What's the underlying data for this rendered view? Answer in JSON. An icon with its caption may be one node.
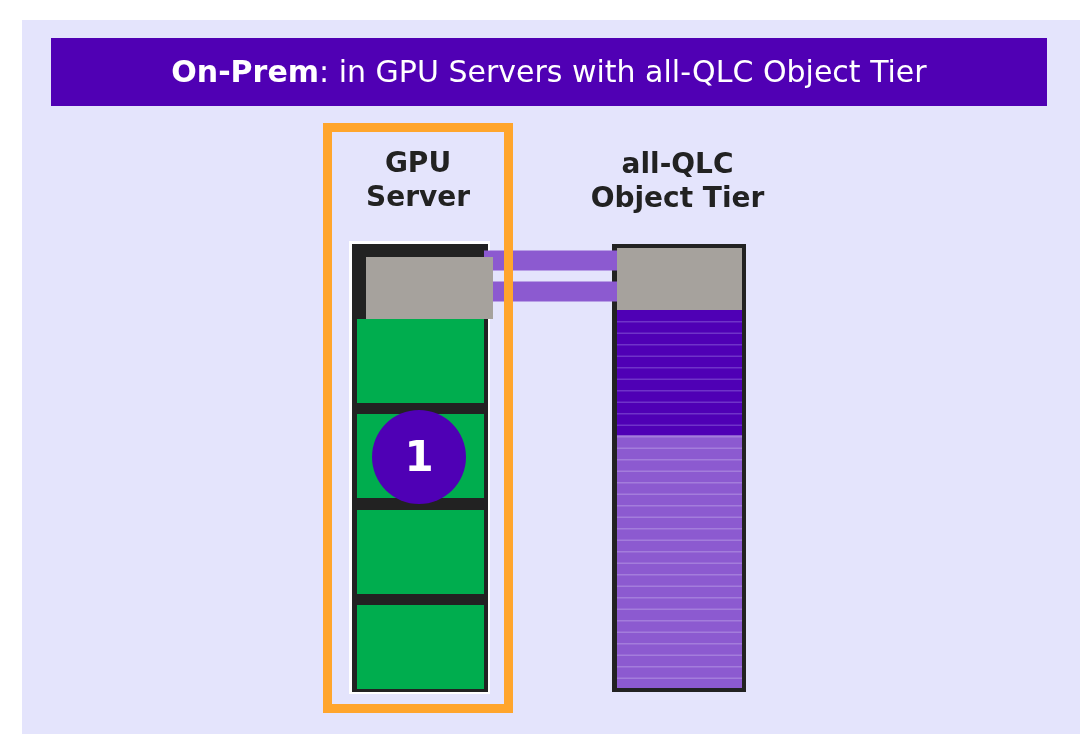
{
  "diagram": {
    "title": "**On-Prem**: in GPU Servers with all-QLC Object Tier",
    "nodes": [
      {
        "text": [
          "GPU Server"
        ]
      },
      {
        "text": [],
        "shape": "box",
        "in": 0
      },
      {
        "text": [
          "all-QLC Object Tier"
        ]
      },
      {
        "text": [],
        "shape": "box",
        "in": 2
      }
    ],
    "edges": [
      {
        "from": 1,
        "to": 3,
        "arrow": "none"
      },
      {
        "from": 1,
        "to": 3,
        "arrow": "none"
      }
    ],
    "labels": [
      "1"
    ]
  }
}
